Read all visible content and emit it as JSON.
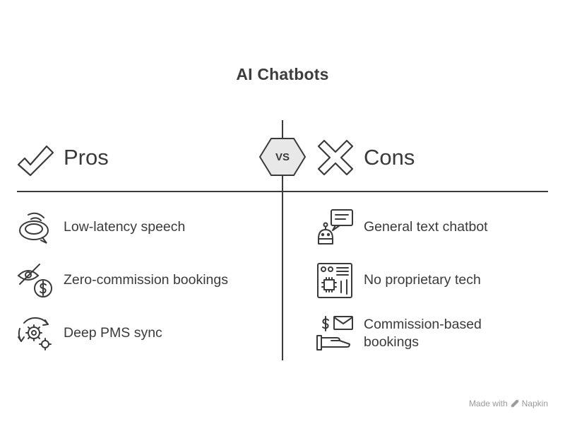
{
  "title": "AI Chatbots",
  "vs_label": "VS",
  "pros": {
    "label": "Pros",
    "icon": "checkmark-icon",
    "items": [
      {
        "label": "Low-latency speech",
        "icon": "speech-bubble-icon"
      },
      {
        "label": "Zero-commission bookings",
        "icon": "no-fee-dollar-icon"
      },
      {
        "label": "Deep PMS sync",
        "icon": "sync-gears-icon"
      }
    ]
  },
  "cons": {
    "label": "Cons",
    "icon": "cross-icon",
    "items": [
      {
        "label": "General text chatbot",
        "icon": "robot-chat-icon"
      },
      {
        "label": "No proprietary tech",
        "icon": "circuit-chip-icon"
      },
      {
        "label": "Commission-based bookings",
        "icon": "dollar-envelope-hand-icon"
      }
    ]
  },
  "footer": {
    "made_with": "Made with",
    "brand": "Napkin"
  }
}
